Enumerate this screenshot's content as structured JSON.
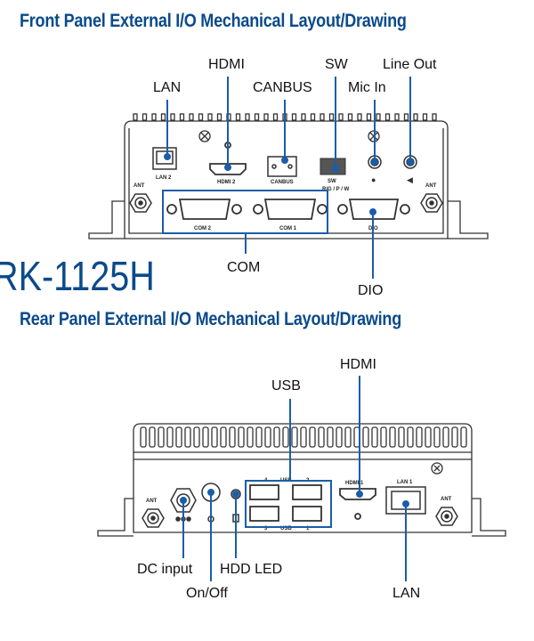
{
  "front_panel": {
    "title": "Front Panel External I/O Mechanical Layout/Drawing",
    "callouts": {
      "lan": "LAN",
      "hdmi": "HDMI",
      "canbus": "CANBUS",
      "sw": "SW",
      "mic_in": "Mic In",
      "line_out": "Line Out",
      "com": "COM",
      "dio": "DIO"
    },
    "port_markings": {
      "ant_left": "ANT",
      "lan2": "LAN 2",
      "hdmi2": "HDMI 2",
      "canbus": "CANBUS",
      "sw": "SW",
      "sw_modes": "R/G / P / W",
      "ant_right": "ANT",
      "com2": "COM 2",
      "com1": "COM 1",
      "dio": "DIO"
    }
  },
  "model": "RK-1125H",
  "rear_panel": {
    "title": "Rear Panel External I/O Mechanical Layout/Drawing",
    "callouts": {
      "hdmi": "HDMI",
      "usb": "USB",
      "dc_input": "DC input",
      "on_off": "On/Off",
      "hdd_led": "HDD LED",
      "lan": "LAN"
    },
    "port_markings": {
      "ant_left": "ANT",
      "usb_top": "USB",
      "usb_bottom": "USB",
      "usb_n4": "4",
      "usb_n2": "2",
      "usb_n3": "3",
      "usb_n1": "1",
      "hdmi1": "HDMI 1",
      "lan1": "LAN 1",
      "ant_right": "ANT"
    }
  },
  "colors": {
    "accent": "#0b4a8b",
    "line": "#1a5ea8",
    "drawing": "#333333"
  }
}
